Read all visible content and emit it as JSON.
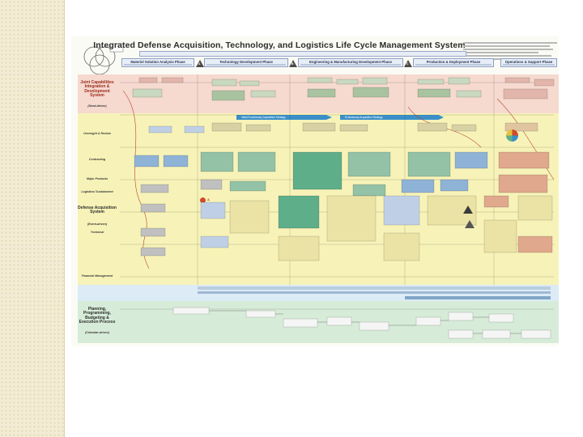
{
  "poster": {
    "title": "Integrated Defense Acquisition, Technology, and Logistics Life Cycle Management System",
    "banner": "",
    "venn_caption": "",
    "footnote": ""
  },
  "phases": [
    {
      "label": "Materiel Solution Analysis Phase"
    },
    {
      "label": "Technology Development Phase"
    },
    {
      "label": "Engineering & Manufacturing Development Phase"
    },
    {
      "label": "Production & Deployment Phase"
    },
    {
      "label": "Operations & Support Phase"
    }
  ],
  "milestones": {
    "a": "A",
    "b": "B",
    "c": "C"
  },
  "strategies": {
    "first": "Initial Evolutionary Acquisition Strategy",
    "second": "Evolutionary Acquisition Strategy"
  },
  "row_labels": {
    "jcids": "Joint Capabilities Integration & Development System",
    "jcids_sub": "(Need-driven)",
    "oversight": "Oversight & Review",
    "contracting": "Contracting",
    "major_products": "Major Products",
    "logistics": "Logistics/ Sustainment",
    "das": "Defense Acquisition System",
    "das_sub": "(Event-driven)",
    "technical": "Technical",
    "financial": "Financial Management",
    "ppbe": "Planning, Programming, Budgeting & Execution Process",
    "ppbe_sub": "(Calendar-driven)"
  },
  "colors": {
    "jcids_band": "#f6d9cf",
    "das_band": "#f7f3b8",
    "financial_band": "#dcebf5",
    "ppbe_band": "#d7ecd8",
    "phase_fill": "#e8eef7",
    "strategy_arrow": "#3a8fc9",
    "milestone_red": "#d04a2c"
  }
}
